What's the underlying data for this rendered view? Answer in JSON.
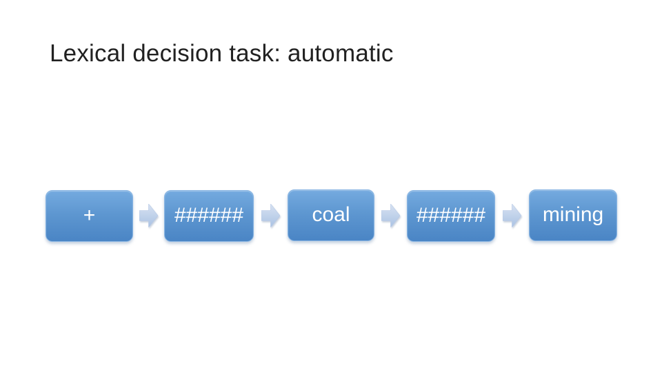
{
  "slide": {
    "title": "Lexical decision task: automatic"
  },
  "diagram": {
    "description": "lexical decision task stimulus sequence",
    "steps": [
      {
        "label": "+"
      },
      {
        "label": "######"
      },
      {
        "label": "coal"
      },
      {
        "label": "######"
      },
      {
        "label": "mining"
      }
    ],
    "arrow_icon": "right-block-arrow"
  },
  "colors": {
    "background": "#ffffff",
    "title_text": "#212121",
    "box_gradient_top": "#74aadf",
    "box_gradient_bottom": "#4a85c5",
    "box_border": "#86b3e2",
    "box_text": "#ffffff",
    "arrow_gradient_top": "#d7e2f2",
    "arrow_gradient_bottom": "#a9c2e4"
  }
}
